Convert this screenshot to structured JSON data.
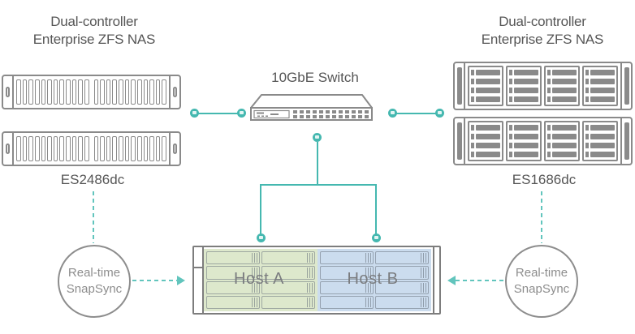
{
  "colors": {
    "teal": "#45b8b0",
    "teal_dash": "#62c5bd",
    "device_gray": "#8a8a8a",
    "text_gray": "#565656",
    "host_text": "#7a7c7f",
    "host_a_fill": "#dde8cc",
    "host_b_fill": "#cbdcee"
  },
  "left_nas": {
    "title_line1": "Dual-controller",
    "title_line2": "Enterprise ZFS NAS",
    "model": "ES2486dc",
    "units": 2,
    "bays": 24,
    "slot_spec": {
      "kind": "vslots",
      "groups": [
        12,
        12
      ]
    }
  },
  "right_nas": {
    "title_line1": "Dual-controller",
    "title_line2": "Enterprise ZFS NAS",
    "model": "ES1686dc",
    "units": 2,
    "bays": 16,
    "tray_spec": {
      "kind": "hgrid",
      "columns": 4,
      "rows": 4
    }
  },
  "switch": {
    "label": "10GbE Switch"
  },
  "host_server": {
    "host_a": {
      "label": "Host A"
    },
    "host_b": {
      "label": "Host B"
    },
    "tray_spec": {
      "kind": "htrays",
      "rows": 4,
      "cols": 2
    }
  },
  "snapsync_left": {
    "line1": "Real-time",
    "line2": "SnapSync"
  },
  "snapsync_right": {
    "line1": "Real-time",
    "line2": "SnapSync"
  }
}
